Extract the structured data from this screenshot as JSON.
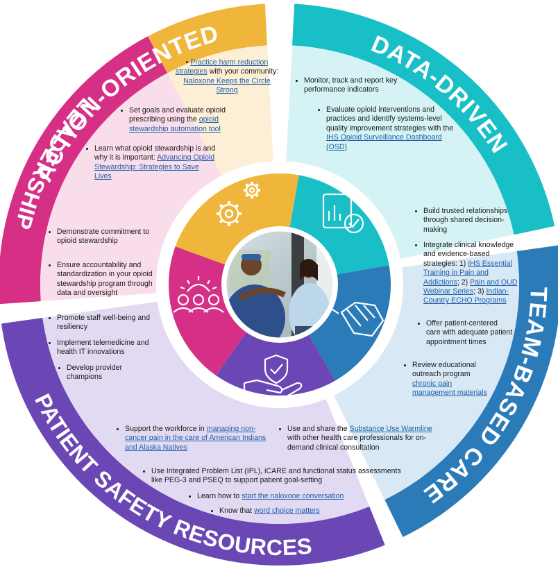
{
  "colors": {
    "action": "#F0B63C",
    "data": "#19BFC6",
    "team": "#2B7BB9",
    "patient": "#6B47B5",
    "leadership": "#D62F86",
    "action_light": "#FCEFD6",
    "data_light": "#D5F3F5",
    "team_light": "#D8E8F4",
    "patient_light": "#E2DAF2",
    "leadership_light": "#F9DDEB",
    "link": "#1F5FA8"
  },
  "sections": {
    "action": {
      "title": "ACTION-ORIENTED",
      "icon": "gears-icon",
      "items": [
        {
          "link": "Practice harm reduction strategies",
          "text1": " with your community: ",
          "link2": "Naloxone Keeps the Circle Strong"
        },
        {
          "text1": "Set goals and evaluate opioid prescribing using the ",
          "link": "opioid stewardship automation tool"
        },
        {
          "text1": "Learn what opioid stewardship is and why it is important: ",
          "link": "Advancing Opioid Stewardship: Strategies to Save Lives"
        }
      ]
    },
    "data": {
      "title": "DATA-DRIVEN",
      "icon": "report-check-icon",
      "items": [
        {
          "text1": "Monitor, track and report key performance indicators"
        },
        {
          "text1": "Evaluate opioid interventions and practices and identify systems-level quality improvement strategies with the ",
          "link": "IHS Opioid Surveillance Dashboard (OSD)"
        }
      ]
    },
    "team": {
      "title": "TEAM-BASED CARE",
      "icon": "hands-together-icon",
      "items": [
        {
          "text1": "Build trusted relationships through shared decision-making"
        },
        {
          "text1": "Integrate clinical knowledge and evidence-based strategies: 1) ",
          "link": "IHS Essential Training in Pain and Addictions",
          "text2": "; 2) ",
          "link2": "Pain and OUD Webinar Series",
          "text3": "; 3) ",
          "link3": "Indian-Country ECHO Programs"
        },
        {
          "text1": "Offer patient-centered care with adequate patient appointment times"
        },
        {
          "text1": "Review educational outreach program ",
          "link": "chronic pain management materials"
        }
      ]
    },
    "patient": {
      "title": "PATIENT SAFETY RESOURCES",
      "icon": "hand-shield-icon",
      "items": [
        {
          "text1": "Support the workforce in ",
          "link": "managing non-cancer pain in the care of American Indians and Alaska Natives"
        },
        {
          "text1": "Use and share the ",
          "link": "Substance Use Warmline",
          "text2": " with other health care professionals for on-demand clinical consultation"
        },
        {
          "text1": "Use Integrated Problem List (IPL), iCARE and functional status assessments like PEG-3 and PSEQ to support patient goal-setting"
        },
        {
          "text1": "Learn how to ",
          "link": "start the naloxone conversation"
        },
        {
          "text1": "Know that ",
          "link": "word choice matters"
        }
      ]
    },
    "leadership": {
      "title": "LEADERSHIP",
      "icon": "people-sunrise-icon",
      "items": [
        {
          "text1": "Demonstrate commitment to opioid stewardship"
        },
        {
          "text1": "Ensure accountability and standardization in your opioid stewardship program through data and oversight"
        },
        {
          "text1": "Promote staff well-being and resiliency"
        },
        {
          "text1": "Implement telemedicine and health IT innovations"
        },
        {
          "text1": "Develop provider champions"
        }
      ]
    }
  },
  "center_photo": "doctor-patient-conversation-photo"
}
